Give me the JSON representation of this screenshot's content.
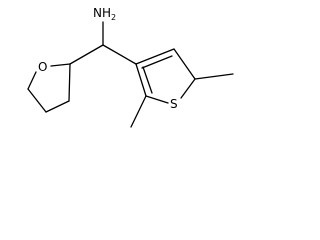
{
  "structure": {
    "atoms": {
      "amine_N": "N",
      "amine_H": "H",
      "amine_H_count": "2",
      "ring_oxygen": "O",
      "ring_sulfur": "S"
    },
    "colors": {
      "bond": "#000000",
      "label": "#000000",
      "background": "#ffffff"
    }
  }
}
